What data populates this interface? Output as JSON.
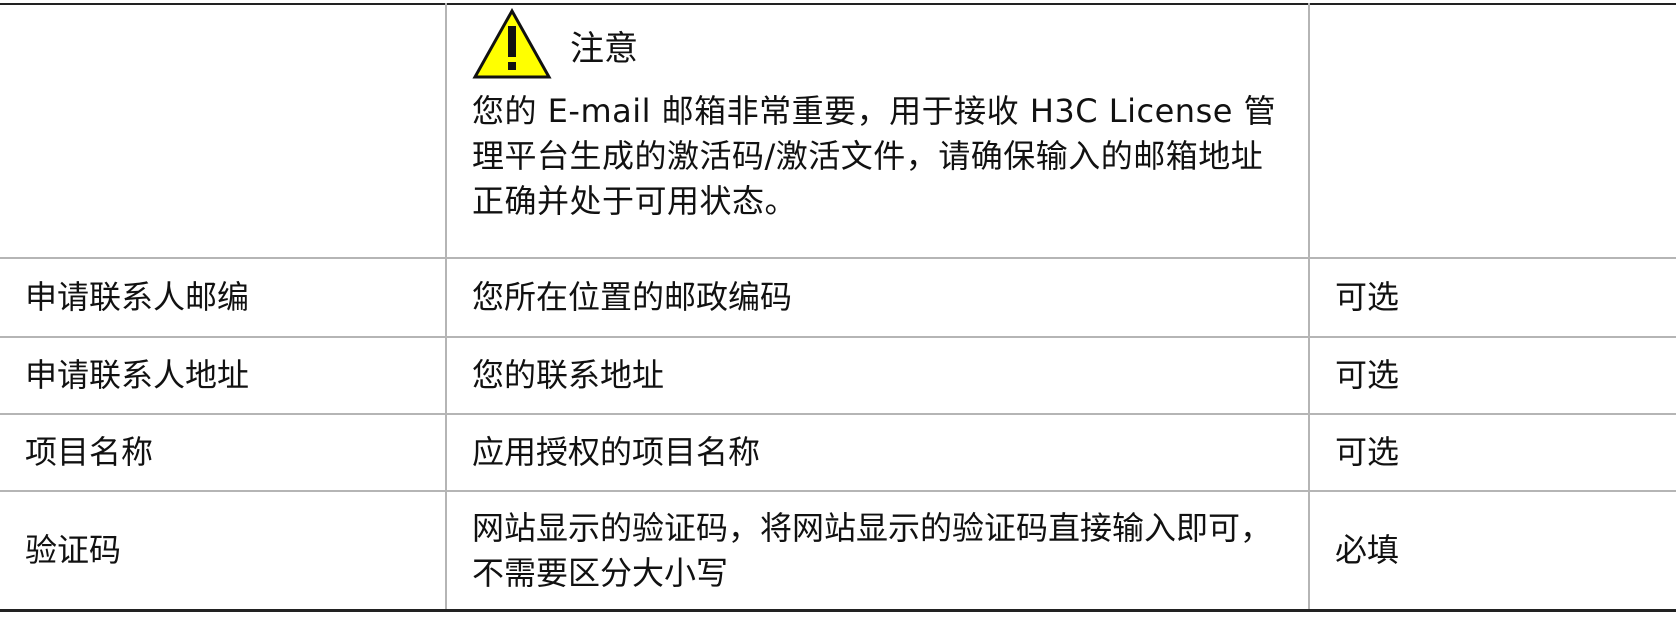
{
  "notice": {
    "title": "注意",
    "icon": "warning-triangle-icon",
    "icon_color": "#ffff00",
    "text": "您的 E-mail 邮箱非常重要，用于接收 H3C License 管理平台生成的激活码/激活文件，请确保输入的邮箱地址正确并处于可用状态。"
  },
  "rows": [
    {
      "field": "申请联系人邮编",
      "description": "您所在位置的邮政编码",
      "requirement": "可选"
    },
    {
      "field": "申请联系人地址",
      "description": "您的联系地址",
      "requirement": "可选"
    },
    {
      "field": "项目名称",
      "description": "应用授权的项目名称",
      "requirement": "可选"
    },
    {
      "field": "验证码",
      "description": "网站显示的验证码，将网站显示的验证码直接输入即可，不需要区分大小写",
      "requirement": "必填"
    }
  ]
}
